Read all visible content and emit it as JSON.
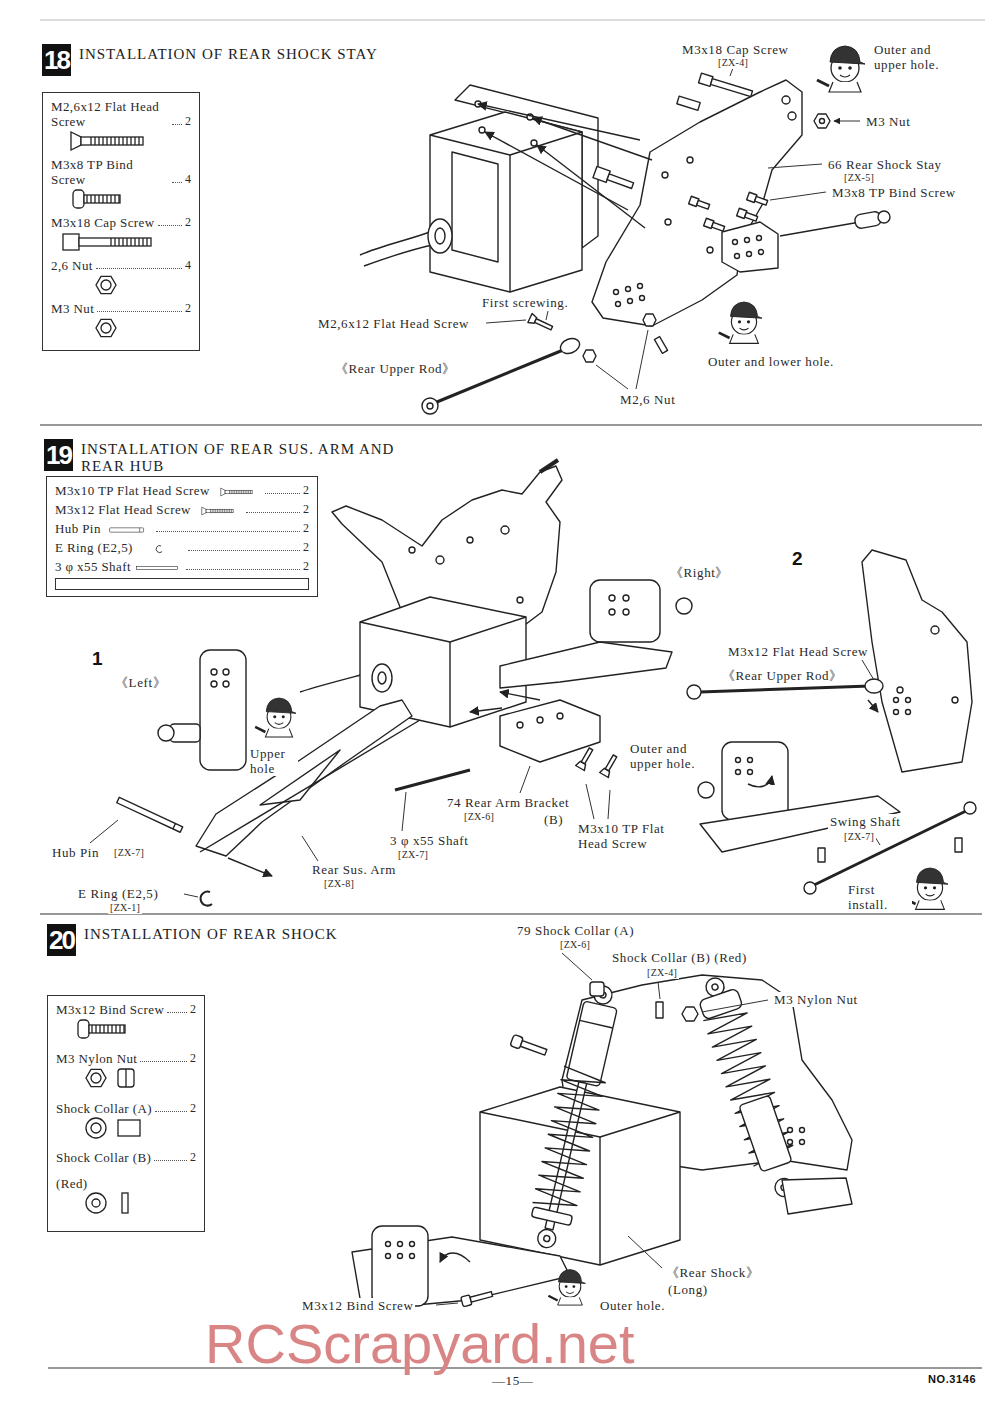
{
  "diagram": {
    "nodes": [
      {
        "text": [
          "18",
          "INSTALLATION OF REAR SHOCK STAY"
        ]
      },
      {
        "text": [
          "M2,6x12 Flat Head Screw",
          "2",
          "M3x8 TP Bind Screw",
          "4",
          "M3x18 Cap Screw",
          "2",
          "2,6 Nut",
          "4",
          "M3 Nut",
          "2"
        ]
      },
      {
        "text": [
          "19",
          "INSTALLATION OF REAR SUS. ARM AND REAR HUB"
        ]
      },
      {
        "text": [
          "M3x10 TP Flat Head Screw",
          "2",
          "M3x12 Flat Head Screw",
          "2",
          "Hub Pin",
          "2",
          "E Ring (E2,5)",
          "2",
          "3 φ x55 Shaft",
          "2"
        ]
      },
      {
        "text": [
          "20",
          "INSTALLATION OF REAR SHOCK"
        ]
      },
      {
        "text": [
          "M3x12 Bind Screw",
          "2",
          "M3 Nylon Nut",
          "2",
          "Shock Collar (A)",
          "2",
          "Shock Collar (B)",
          "2",
          "(Red)"
        ]
      }
    ],
    "labels": [
      "M3x18 Cap Screw",
      "[ZX-4]",
      "Outer and upper hole.",
      "M3 Nut",
      "66 Rear Shock Stay",
      "[ZX-5]",
      "M3x8 TP Bind Screw",
      "First screwing.",
      "M2,6x12 Flat Head Screw",
      "《Rear Upper Rod》",
      "M2,6 Nut",
      "Outer and lower hole.",
      "1",
      "《Left》",
      "Upper hole",
      "《Right》",
      "2",
      "M3x12 Flat Head Screw",
      "《Rear Upper Rod》",
      "Outer and upper hole.",
      "74 Rear Arm Bracket",
      "[ZX-6]",
      "(B)",
      "M3x10 TP Flat Head Screw",
      "Swing Shaft",
      "[ZX-7]",
      "First install.",
      "Hub Pin",
      "[ZX-7]",
      "3 φ x55 Shaft",
      "[ZX-7]",
      "Rear Sus. Arm",
      "[ZX-8]",
      "E Ring (E2,5)",
      "[ZX-1]",
      "79 Shock Collar (A)",
      "[ZX-6]",
      "Shock Collar (B) (Red)",
      "[ZX-4]",
      "M3 Nylon Nut",
      "《Rear Shock》",
      "(Long)",
      "Outer hole.",
      "M3x12 Bind Screw",
      "—15—",
      "NO.3146",
      "RCScrapyard.net"
    ]
  }
}
